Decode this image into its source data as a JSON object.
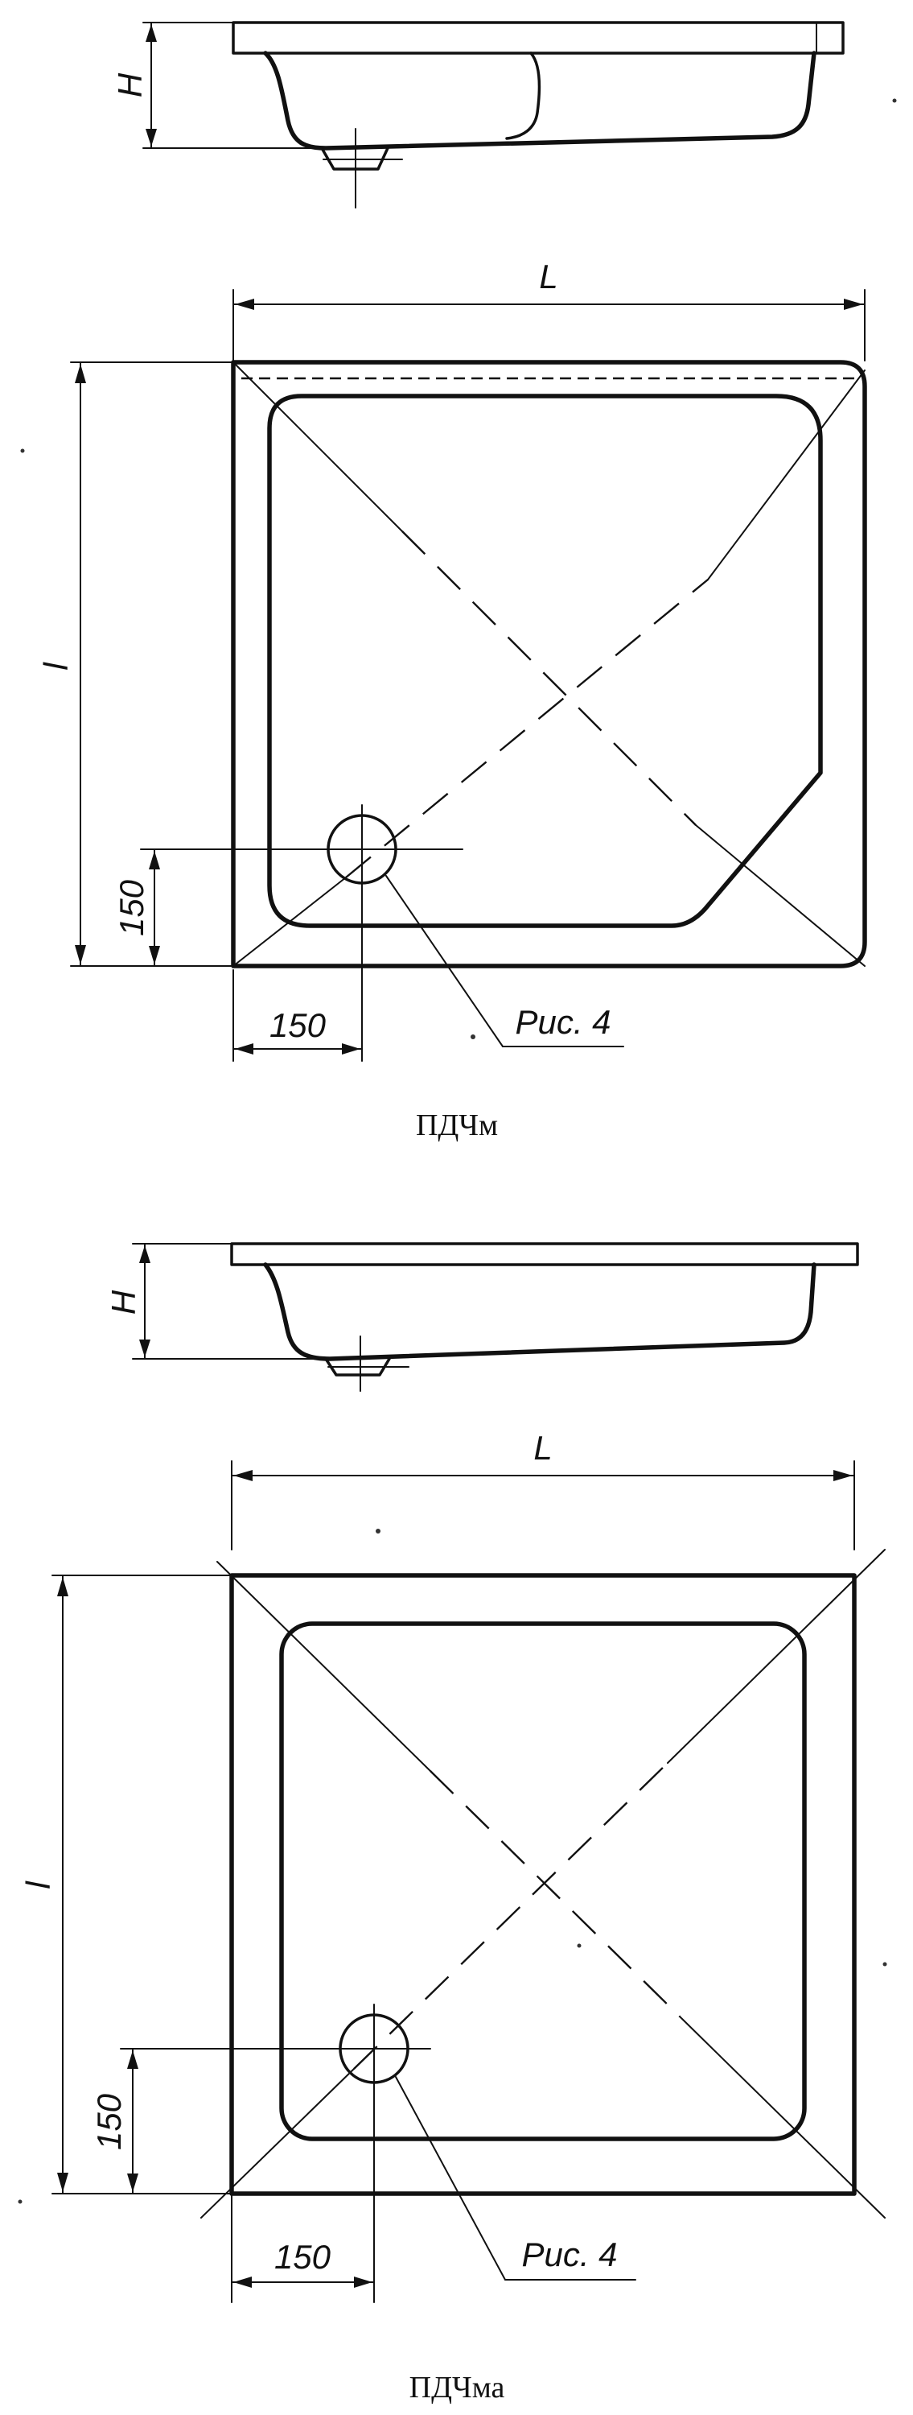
{
  "labels": {
    "height": "H",
    "length": "L",
    "width": "l",
    "offset_x": "150",
    "offset_y": "150",
    "callout": "Рис. 4"
  },
  "captions": {
    "first": "ПДЧм",
    "second": "ПДЧма"
  }
}
